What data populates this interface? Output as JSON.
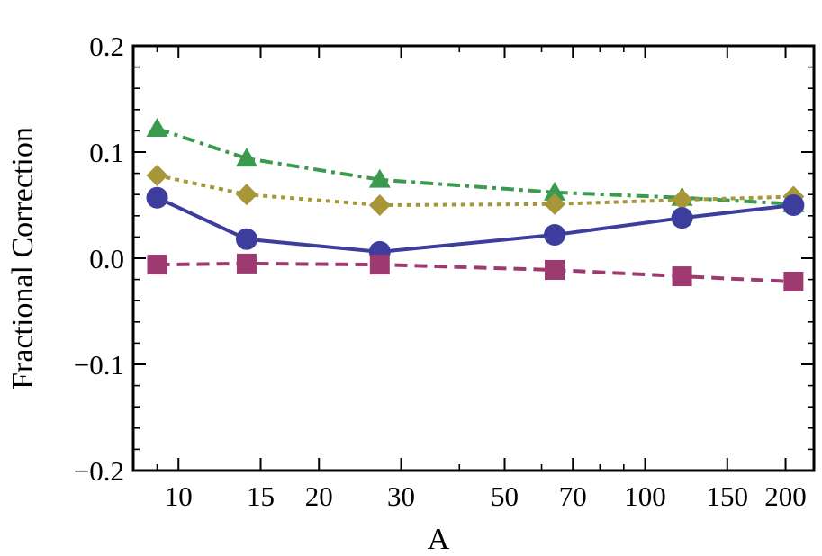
{
  "chart_data": {
    "type": "line",
    "title": "",
    "xlabel": "A",
    "ylabel": "Fractional Correction",
    "x_scale": "log",
    "xlim": [
      8,
      230
    ],
    "ylim": [
      -0.2,
      0.2
    ],
    "grid": false,
    "legend": "none",
    "x_ticks": [
      10,
      15,
      20,
      30,
      50,
      70,
      100,
      150,
      200
    ],
    "x_tick_labels": [
      "10",
      "15",
      "20",
      "30",
      "50",
      "70",
      "100",
      "150",
      "200"
    ],
    "y_ticks": [
      -0.2,
      -0.1,
      0.0,
      0.1,
      0.2
    ],
    "y_tick_labels": [
      "−0.2",
      "−0.1",
      "0.0",
      "0.1",
      "0.2"
    ],
    "series": [
      {
        "marker": "triangle",
        "line_style": "dashdot",
        "color": "#3a9a4e",
        "x": [
          9,
          14,
          27,
          64,
          120,
          208
        ],
        "y": [
          0.122,
          0.094,
          0.074,
          0.062,
          0.057,
          0.051
        ]
      },
      {
        "marker": "diamond",
        "line_style": "dotted",
        "color": "#a89738",
        "x": [
          9,
          14,
          27,
          64,
          120,
          208
        ],
        "y": [
          0.078,
          0.06,
          0.05,
          0.051,
          0.055,
          0.058
        ]
      },
      {
        "marker": "circle",
        "line_style": "solid",
        "color": "#3d3d9e",
        "x": [
          9,
          14,
          27,
          64,
          120,
          208
        ],
        "y": [
          0.057,
          0.018,
          0.006,
          0.022,
          0.038,
          0.05
        ]
      },
      {
        "marker": "square",
        "line_style": "dashed",
        "color": "#9d3a70",
        "x": [
          9,
          14,
          27,
          64,
          120,
          208
        ],
        "y": [
          -0.006,
          -0.005,
          -0.006,
          -0.011,
          -0.017,
          -0.022
        ]
      }
    ]
  }
}
